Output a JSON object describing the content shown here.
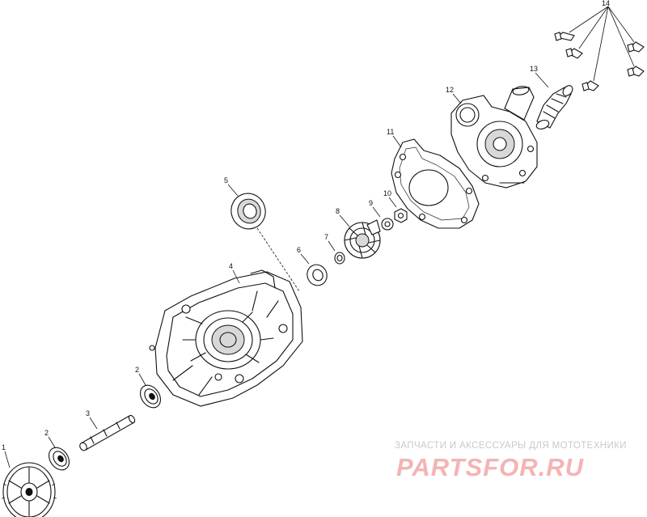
{
  "callouts": {
    "c1": "1",
    "c2a": "2",
    "c2b": "2",
    "c3": "3",
    "c4": "4",
    "c5": "5",
    "c6": "6",
    "c7": "7",
    "c8": "8",
    "c9": "9",
    "c10": "10",
    "c11": "11",
    "c12": "12",
    "c13": "13",
    "c14": "14"
  },
  "watermark": {
    "tagline": "ЗАПЧАСТИ И АКСЕССУАРЫ ДЛЯ МОТОТЕХНИКИ",
    "logo": "PARTSFOR.RU"
  },
  "colors": {
    "line": "#111111",
    "watermark_tagline": "#c9c9c9",
    "watermark_logo": "#f3b4b4"
  }
}
